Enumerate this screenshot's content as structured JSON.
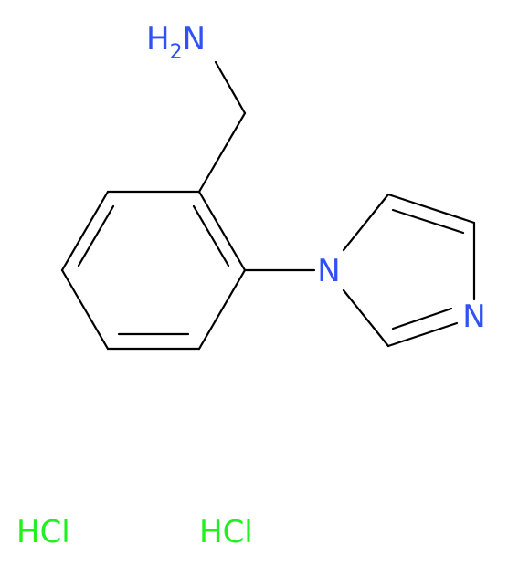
{
  "molecule": {
    "amine_group": {
      "h": "H",
      "sub": "2",
      "n": "N"
    },
    "ring_n1": "N",
    "ring_n3": "N"
  },
  "salts": [
    {
      "label": "HCl"
    },
    {
      "label": "HCl"
    }
  ],
  "colors": {
    "bond": "#000000",
    "nitrogen": "#3050F8",
    "chlorine": "#1FF01F"
  }
}
